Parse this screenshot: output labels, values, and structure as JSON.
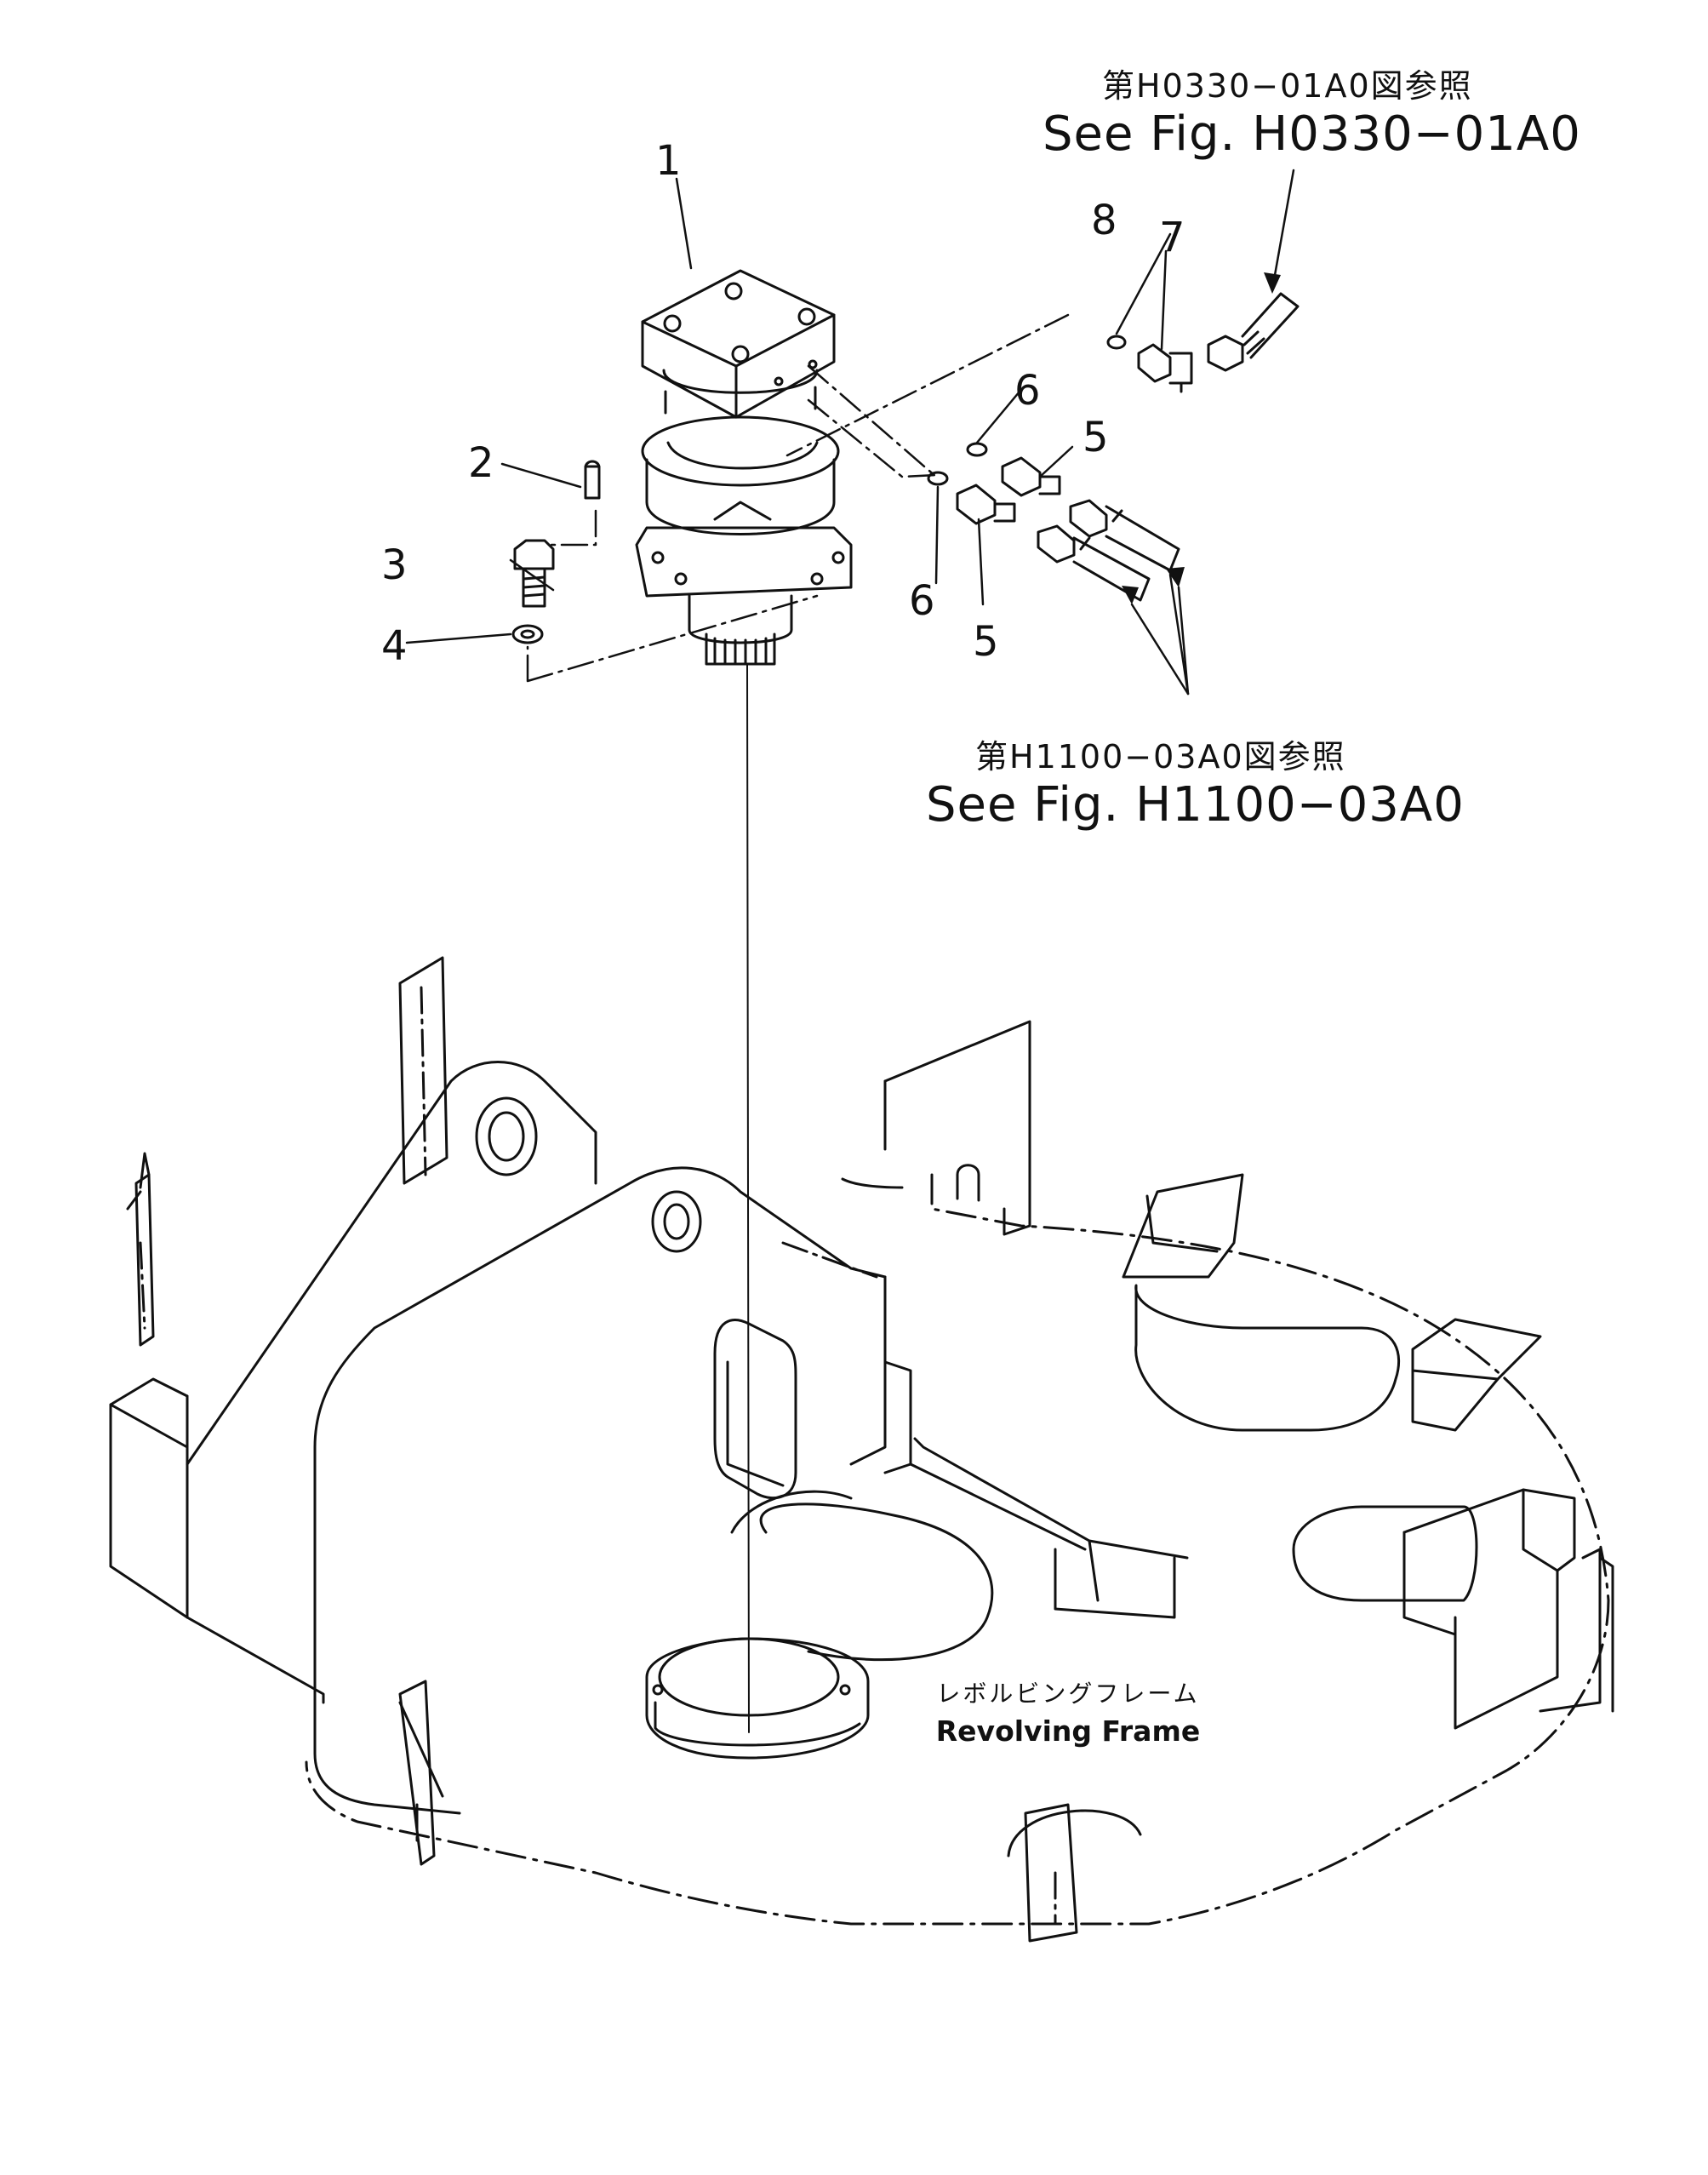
{
  "callouts": [
    "1",
    "2",
    "3",
    "4",
    "5",
    "5",
    "6",
    "6",
    "7",
    "8"
  ],
  "references": {
    "upper": {
      "jp": "第H0330−01A0図参照",
      "en": "See Fig. H0330−01A0"
    },
    "lower": {
      "jp": "第H1100−03A0図参照",
      "en": "See Fig. H1100−03A0"
    }
  },
  "frame_label": {
    "jp": "レボルビングフレーム",
    "en": "Revolving Frame"
  },
  "colors": {
    "line": "#111111",
    "background": "#ffffff"
  }
}
